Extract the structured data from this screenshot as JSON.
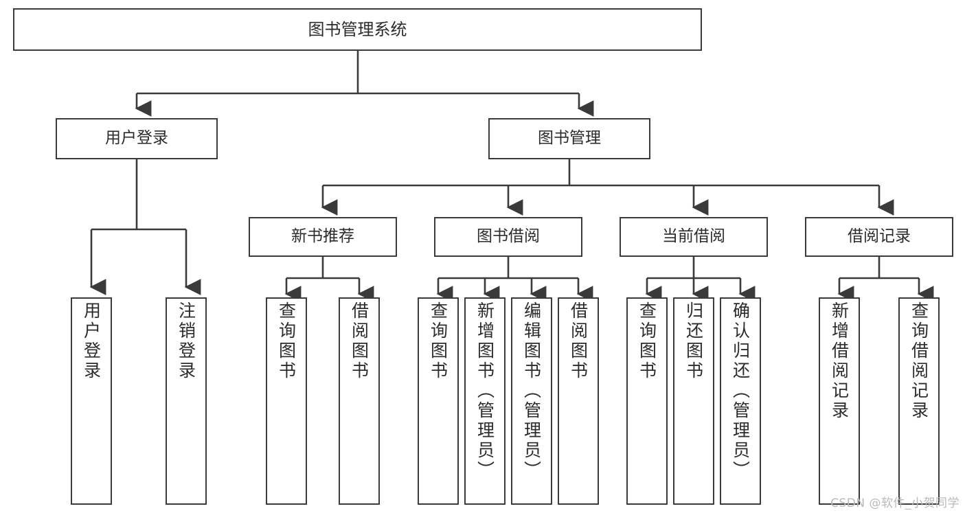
{
  "diagram": {
    "title": "图书管理系统",
    "watermark": "CSDN @软件_小贺同学",
    "stroke_color": "#3a3a3a",
    "text_color": "#2b2b2b",
    "background": "#ffffff",
    "nodes": {
      "root": "图书管理系统",
      "user_login": "用户登录",
      "book_manage": "图书管理",
      "new_book_rec": "新书推荐",
      "book_borrow": "图书借阅",
      "current_borrow": "当前借阅",
      "borrow_record": "借阅记录",
      "leaf_user_login": "用户登录",
      "leaf_logout": "注销登录",
      "leaf_query_book_1": "查询图书",
      "leaf_borrow_book_1": "借阅图书",
      "leaf_query_book_2": "查询图书",
      "leaf_add_book": "新增图书（管理员）",
      "leaf_edit_book": "编辑图书（管理员）",
      "leaf_borrow_book_2": "借阅图书",
      "leaf_query_book_3": "查询图书",
      "leaf_return_book": "归还图书",
      "leaf_confirm_return": "确认归还（管理员）",
      "leaf_add_record": "新增借阅记录",
      "leaf_query_record": "查询借阅记录"
    },
    "hierarchy": {
      "level_1": [
        "图书管理系统"
      ],
      "level_2": [
        "用户登录",
        "图书管理"
      ],
      "level_3": [
        "新书推荐",
        "图书借阅",
        "当前借阅",
        "借阅记录"
      ],
      "level_4_user_login": [
        "用户登录",
        "注销登录"
      ],
      "level_4_new_book_rec": [
        "查询图书",
        "借阅图书"
      ],
      "level_4_book_borrow": [
        "查询图书",
        "新增图书（管理员）",
        "编辑图书（管理员）",
        "借阅图书"
      ],
      "level_4_current_borrow": [
        "查询图书",
        "归还图书",
        "确认归还（管理员）"
      ],
      "level_4_borrow_record": [
        "新增借阅记录",
        "查询借阅记录"
      ]
    }
  }
}
